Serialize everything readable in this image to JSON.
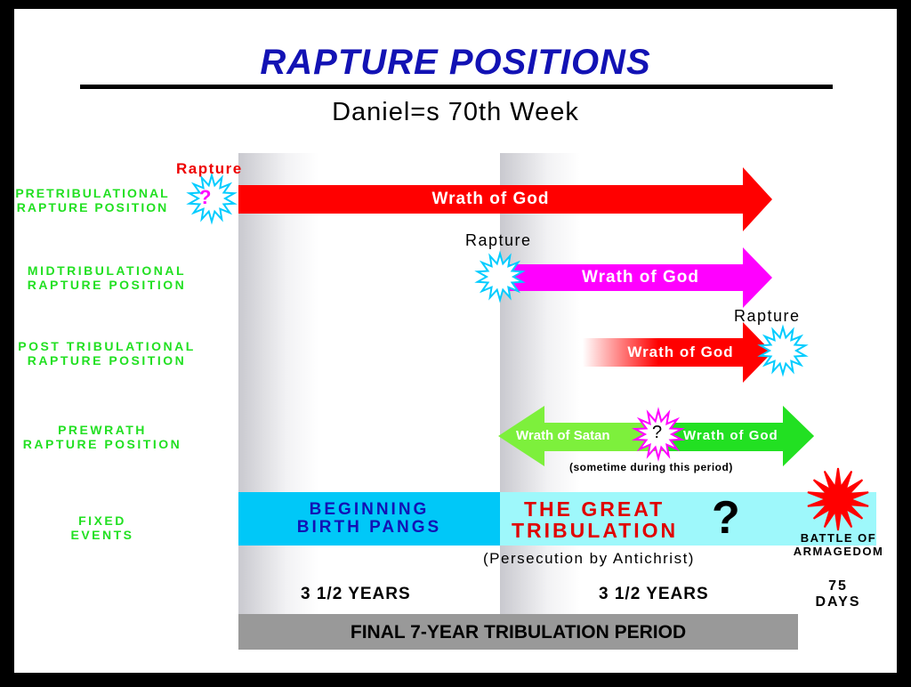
{
  "title": "RAPTURE POSITIONS",
  "subtitle": "Daniel=s 70th Week",
  "rows": [
    {
      "label1": "PRETRIBULATIONAL",
      "label2": "RAPTURE POSITION",
      "rapture": "Rapture",
      "arrow": "Wrath of God",
      "star_mark": "?"
    },
    {
      "label1": "MIDTRIBULATIONAL",
      "label2": "RAPTURE POSITION",
      "rapture": "Rapture",
      "arrow": "Wrath of God"
    },
    {
      "label1": "POST TRIBULATIONAL",
      "label2": "RAPTURE POSITION",
      "rapture": "Rapture",
      "arrow": "Wrath of God"
    },
    {
      "label1": "PREWRATH",
      "label2": "RAPTURE POSITION",
      "arrow_left": "Wrath of Satan",
      "arrow_right": "Wrath of God",
      "star_mark": "?",
      "note": "(sometime during this period)"
    },
    {
      "label1": "FIXED",
      "label2": "EVENTS"
    }
  ],
  "fixed": {
    "birth1": "BEGINNING",
    "birth2": "BIRTH PANGS",
    "great1": "THE GREAT",
    "great2": "TRIBULATION",
    "question": "?",
    "persecution": "(Persecution by Antichrist)",
    "battle1": "BATTLE OF",
    "battle2": "ARMAGEDOM"
  },
  "durations": {
    "first": "3 1/2 YEARS",
    "second": "3 1/2 YEARS",
    "days1": "75",
    "days2": "DAYS"
  },
  "period": "FINAL 7-YEAR TRIBULATION PERIOD",
  "colors": {
    "title": "#1212b4",
    "red": "#ff0000",
    "magenta": "#ff00ff",
    "green": "#22e022",
    "cyan": "#00ccff"
  }
}
